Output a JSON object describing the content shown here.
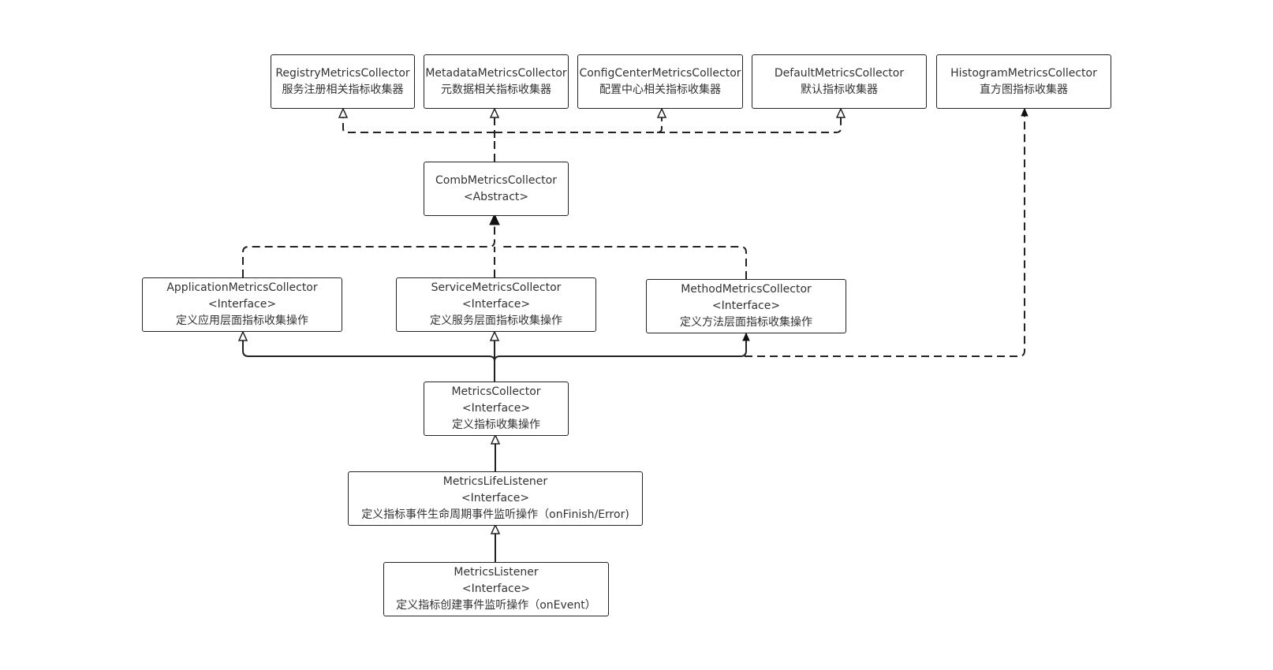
{
  "nodes": {
    "registry": {
      "name": "RegistryMetricsCollector",
      "desc": "服务注册相关指标收集器"
    },
    "metadata": {
      "name": "MetadataMetricsCollector",
      "desc": "元数据相关指标收集器"
    },
    "configcenter": {
      "name": "ConfigCenterMetricsCollector",
      "desc": "配置中心相关指标收集器"
    },
    "default": {
      "name": "DefaultMetricsCollector",
      "desc": "默认指标收集器"
    },
    "histogram": {
      "name": "HistogramMetricsCollector",
      "desc": "直方图指标收集器"
    },
    "comb": {
      "name": "CombMetricsCollector",
      "stereotype": "<Abstract>"
    },
    "application": {
      "name": "ApplicationMetricsCollector",
      "stereotype": "<Interface>",
      "desc": "定义应用层面指标收集操作"
    },
    "service": {
      "name": "ServiceMetricsCollector",
      "stereotype": "<Interface>",
      "desc": "定义服务层面指标收集操作"
    },
    "method": {
      "name": "MethodMetricsCollector",
      "stereotype": "<Interface>",
      "desc": "定义方法层面指标收集操作"
    },
    "collector": {
      "name": "MetricsCollector",
      "stereotype": "<Interface>",
      "desc": "定义指标收集操作"
    },
    "lifelistener": {
      "name": "MetricsLifeListener",
      "stereotype": "<Interface>",
      "desc": "定义指标事件生命周期事件监听操作（onFinish/Error)"
    },
    "listener": {
      "name": "MetricsListener",
      "stereotype": "<Interface>",
      "desc": "定义指标创建事件监听操作（onEvent）"
    }
  },
  "colors": {
    "line": "#222222",
    "text": "#333333",
    "background": "#ffffff"
  }
}
